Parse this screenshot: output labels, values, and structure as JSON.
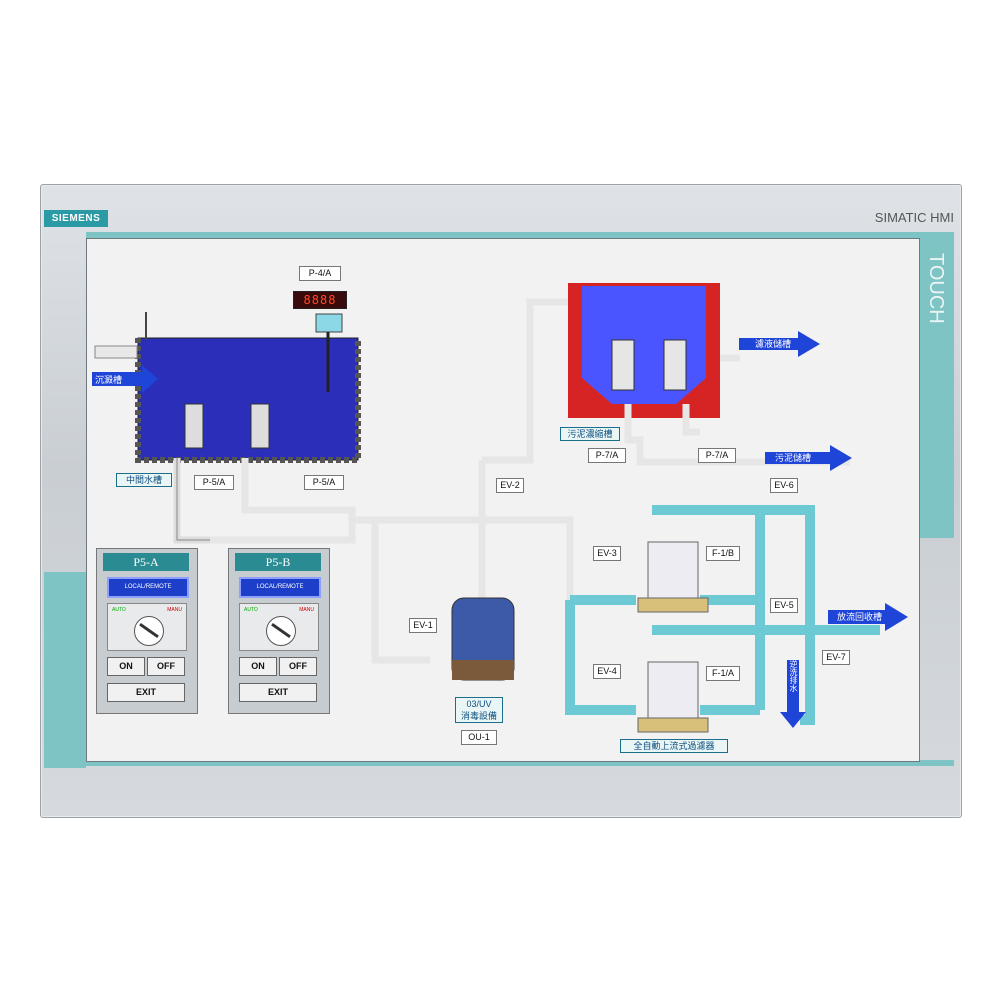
{
  "device": {
    "brand": "SIEMENS",
    "model": "SIMATIC HMI",
    "side_text": "TOUCH",
    "accent_color": "#7fc4c4"
  },
  "tank_top": {
    "inlet_label": "沉澱槽",
    "middle_tank": "中間水槽",
    "level_tag": "P-4/A",
    "display_value": "8888",
    "pump_a": "P-5/A",
    "pump_b": "P-5/A"
  },
  "sludge": {
    "tank_label": "污泥濃縮槽",
    "pump_a": "P-7/A",
    "pump_b": "P-7/A",
    "out_filtrate": "濾液儲槽",
    "out_sludge": "污泥儲槽"
  },
  "valves": [
    "EV-1",
    "EV-2",
    "EV-3",
    "EV-4",
    "EV-5",
    "EV-6",
    "EV-7"
  ],
  "filters": {
    "f1": "F-1/B",
    "f2": "F-1/A",
    "group_label": "全自動上流式過濾器"
  },
  "uv": {
    "label": "03/UV\n消毒設備",
    "tag": "OU-1"
  },
  "outputs": {
    "discharge": "放流回收槽",
    "backwash": "逆洗排水"
  },
  "panels": [
    {
      "title": "P5-A",
      "mode": "LOCAL/REMOTE",
      "auto": "AUTO",
      "manu": "MANU",
      "on": "ON",
      "off": "OFF",
      "exit": "EXIT"
    },
    {
      "title": "P5-B",
      "mode": "LOCAL/REMOTE",
      "auto": "AUTO",
      "manu": "MANU",
      "on": "ON",
      "off": "OFF",
      "exit": "EXIT"
    }
  ]
}
